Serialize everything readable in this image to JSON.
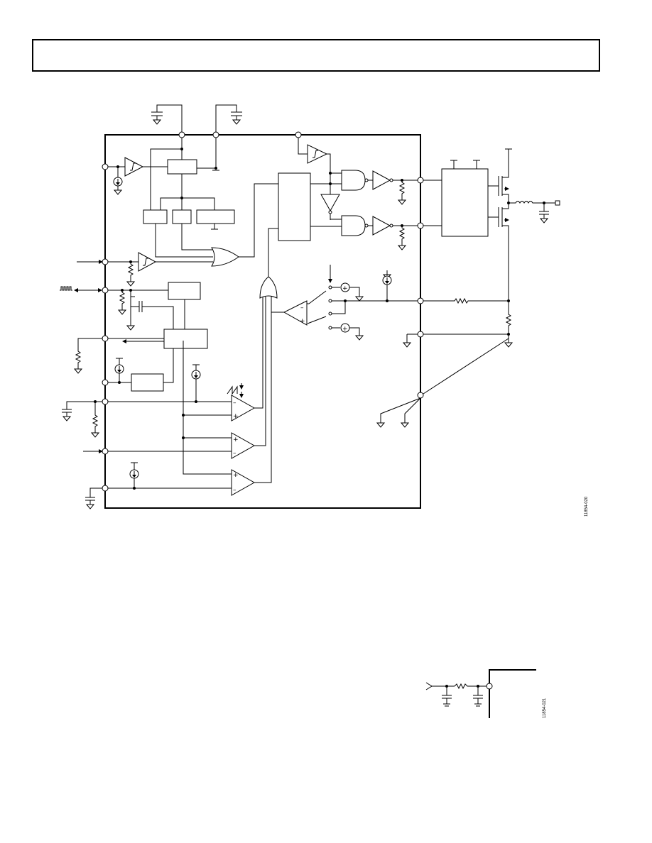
{
  "figures": [
    {
      "id": "fig-020",
      "code": "11854-020"
    },
    {
      "id": "fig-021",
      "code": "11854-021"
    }
  ],
  "symbols": {
    "plus": "+",
    "minus": "–"
  }
}
